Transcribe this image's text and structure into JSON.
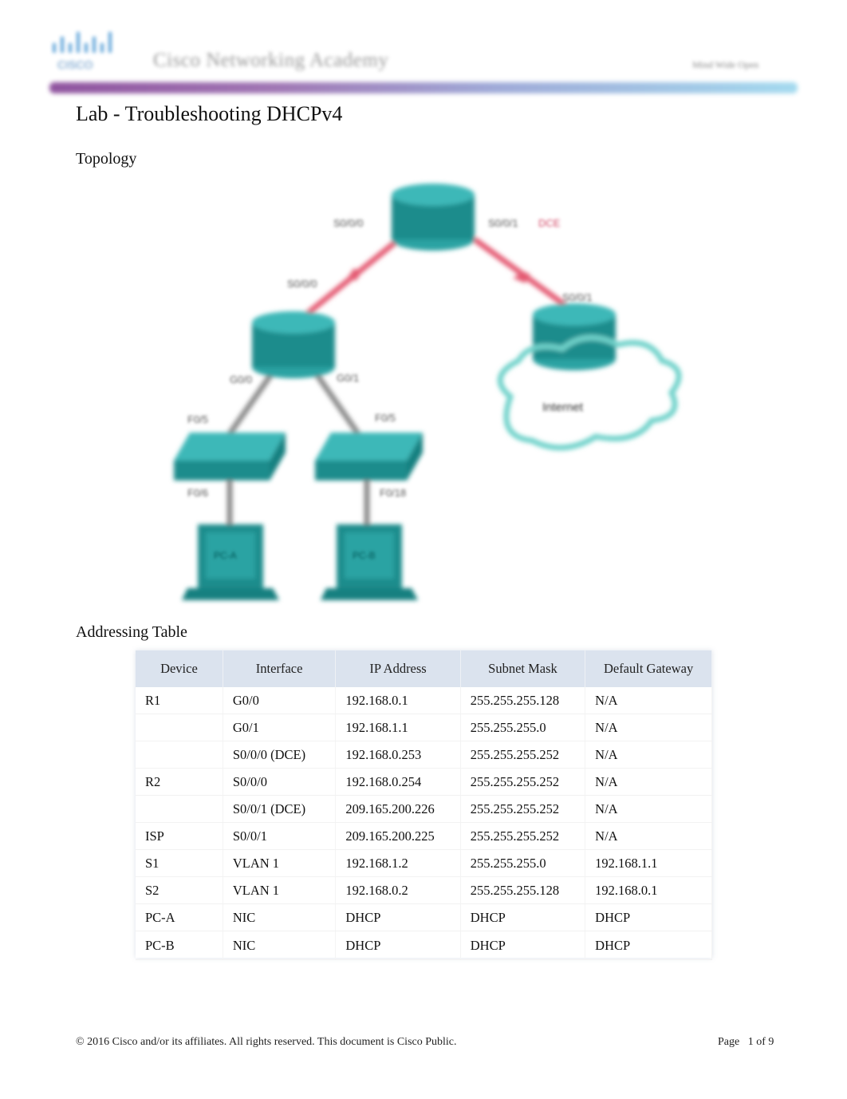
{
  "header": {
    "brand_text": "Cisco Networking Academy",
    "top_right_text": "Mind Wide Open"
  },
  "title": "Lab - Troubleshooting DHCPv4",
  "sections": {
    "topology": "Topology",
    "addressing": "Addressing Table"
  },
  "topology": {
    "labels": {
      "r1_g00": "G0/0",
      "r1_g01": "G0/1",
      "r1_s000": "S0/0/0",
      "r2_s000": "S0/0/0",
      "r2_s001": "S0/0/1",
      "r2_s001_dce": "DCE",
      "isp_s001": "S0/0/1",
      "s1_f05": "F0/5",
      "s2_f05": "F0/5",
      "s1_f06": "F0/6",
      "s2_f018": "F0/18",
      "internet": "Internet",
      "pc_a": "PC-A",
      "pc_b": "PC-B"
    },
    "colors": {
      "device_teal": "#1e8c8c",
      "serial_link": "#e0506a",
      "ethernet_link": "#7a7a7a",
      "cloud_outline": "#5fc7c0"
    }
  },
  "table": {
    "headers": [
      "Device",
      "Interface",
      "IP Address",
      "Subnet Mask",
      "Default Gateway"
    ],
    "rows": [
      [
        "R1",
        "G0/0",
        "192.168.0.1",
        "255.255.255.128",
        "N/A"
      ],
      [
        "",
        "G0/1",
        "192.168.1.1",
        "255.255.255.0",
        "N/A"
      ],
      [
        "",
        "S0/0/0 (DCE)",
        "192.168.0.253",
        "255.255.255.252",
        "N/A"
      ],
      [
        "R2",
        "S0/0/0",
        "192.168.0.254",
        "255.255.255.252",
        "N/A"
      ],
      [
        "",
        "S0/0/1 (DCE)",
        "209.165.200.226",
        "255.255.255.252",
        "N/A"
      ],
      [
        "ISP",
        "S0/0/1",
        "209.165.200.225",
        "255.255.255.252",
        "N/A"
      ],
      [
        "S1",
        "VLAN 1",
        "192.168.1.2",
        "255.255.255.0",
        "192.168.1.1"
      ],
      [
        "S2",
        "VLAN 1",
        "192.168.0.2",
        "255.255.255.128",
        "192.168.0.1"
      ],
      [
        "PC-A",
        "NIC",
        "DHCP",
        "DHCP",
        "DHCP"
      ],
      [
        "PC-B",
        "NIC",
        "DHCP",
        "DHCP",
        "DHCP"
      ]
    ]
  },
  "footer": {
    "copyright": "© 2016 Cisco and/or its affiliates. All rights reserved. This document is Cisco Public.",
    "page": "Page   1 of 9"
  }
}
